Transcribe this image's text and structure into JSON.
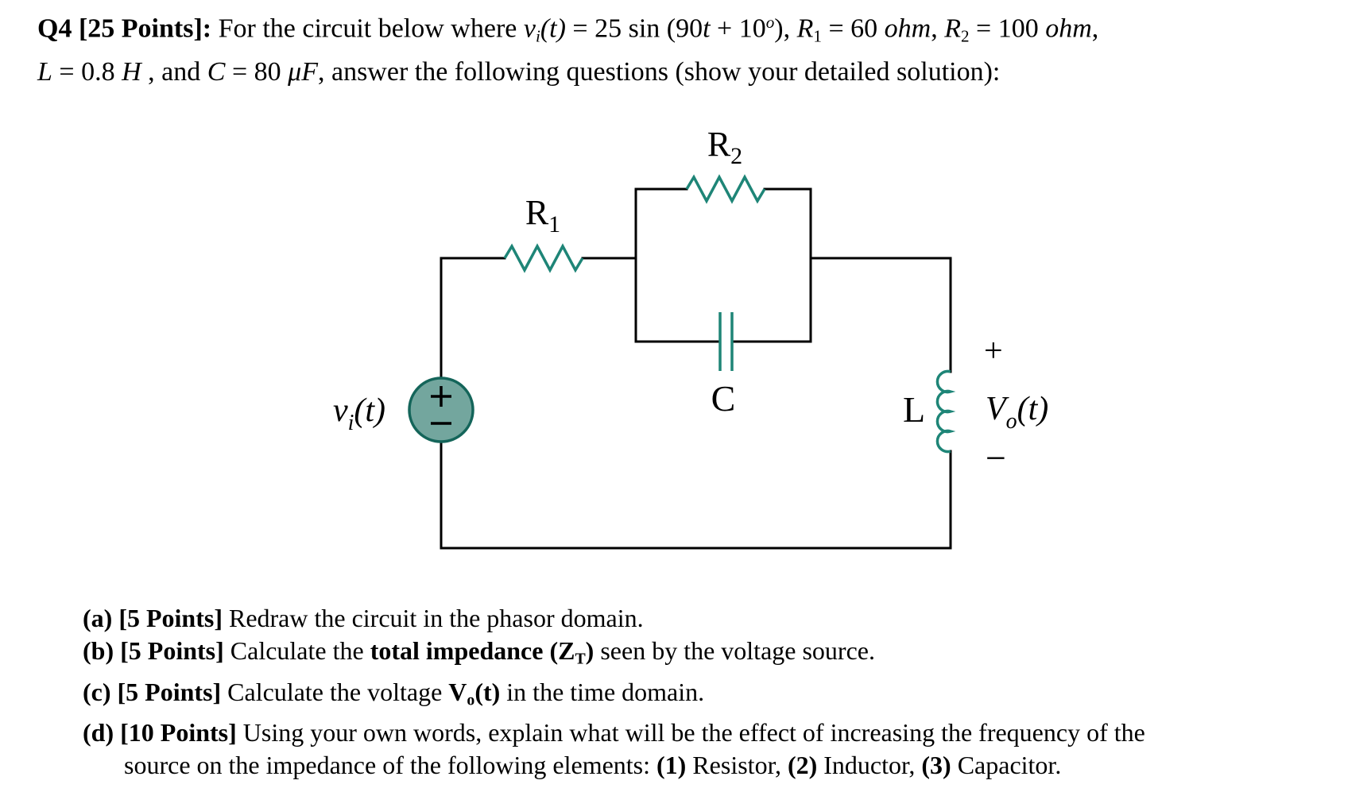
{
  "colors": {
    "component": "#1E8577",
    "source_fill": "#73A69E",
    "source_stroke": "#14655A",
    "wire": "#000000"
  },
  "header": {
    "line1": [
      {
        "t": "Q4 [25 Points]: ",
        "b": 1
      },
      {
        "t": "For the circuit below where "
      },
      {
        "t": "v",
        "i": 1
      },
      {
        "t": "i",
        "i": 1,
        "sub": 1
      },
      {
        "t": "(t)",
        "i": 1
      },
      {
        "t": " = 25 sin (90"
      },
      {
        "t": "t",
        "i": 1
      },
      {
        "t": " + 10"
      },
      {
        "t": "o",
        "i": 1,
        "sup": 1
      },
      {
        "t": "), "
      },
      {
        "t": "R",
        "i": 1
      },
      {
        "t": "1",
        "sub": 1
      },
      {
        "t": " = 60 "
      },
      {
        "t": "ohm",
        "i": 1
      },
      {
        "t": ", "
      },
      {
        "t": "R",
        "i": 1
      },
      {
        "t": "2",
        "sub": 1
      },
      {
        "t": " = 100 "
      },
      {
        "t": "ohm",
        "i": 1
      },
      {
        "t": ","
      }
    ],
    "line2": [
      {
        "t": "L",
        "i": 1
      },
      {
        "t": " = 0.8 "
      },
      {
        "t": "H",
        "i": 1
      },
      {
        "t": " , and "
      },
      {
        "t": "C",
        "i": 1
      },
      {
        "t": " = 80 "
      },
      {
        "t": "μF",
        "i": 1
      },
      {
        "t": ", answer the following questions (show your detailed solution):"
      }
    ]
  },
  "circuit": {
    "labels": {
      "r1_base": "R",
      "r1_sub": "1",
      "r2_base": "R",
      "r2_sub": "2",
      "capacitor": "C",
      "inductor": "L",
      "src_base": "v",
      "src_sub": "i",
      "src_rest": "(t)",
      "out_plus": "+",
      "out_base": "V",
      "out_sub": "o",
      "out_rest": "(t)",
      "out_minus": "−"
    }
  },
  "questions": {
    "a": [
      {
        "t": "(a) [5 Points]",
        "b": 1
      },
      {
        "t": " Redraw the circuit in the phasor domain."
      }
    ],
    "b": [
      {
        "t": "(b) [5 Points]",
        "b": 1
      },
      {
        "t": " Calculate the "
      },
      {
        "t": "total impedance (Z",
        "b": 1
      },
      {
        "t": "T",
        "b": 1,
        "sub": 1
      },
      {
        "t": ")",
        "b": 1
      },
      {
        "t": " seen by the voltage source."
      }
    ],
    "c": [
      {
        "t": "(c) [5 Points]",
        "b": 1
      },
      {
        "t": " Calculate the voltage "
      },
      {
        "t": "V",
        "b": 1
      },
      {
        "t": "o",
        "b": 1,
        "sub": 1
      },
      {
        "t": "(t)",
        "b": 1
      },
      {
        "t": " in the time domain."
      }
    ],
    "d1": [
      {
        "t": "(d) [10 Points]",
        "b": 1
      },
      {
        "t": " Using your own words, explain what will be the effect of increasing the frequency of the"
      }
    ],
    "d2": [
      {
        "t": "source on the impedance of the following elements: "
      },
      {
        "t": "(1)",
        "b": 1
      },
      {
        "t": " Resistor, "
      },
      {
        "t": "(2)",
        "b": 1
      },
      {
        "t": " Inductor, "
      },
      {
        "t": "(3)",
        "b": 1
      },
      {
        "t": " Capacitor."
      }
    ]
  }
}
